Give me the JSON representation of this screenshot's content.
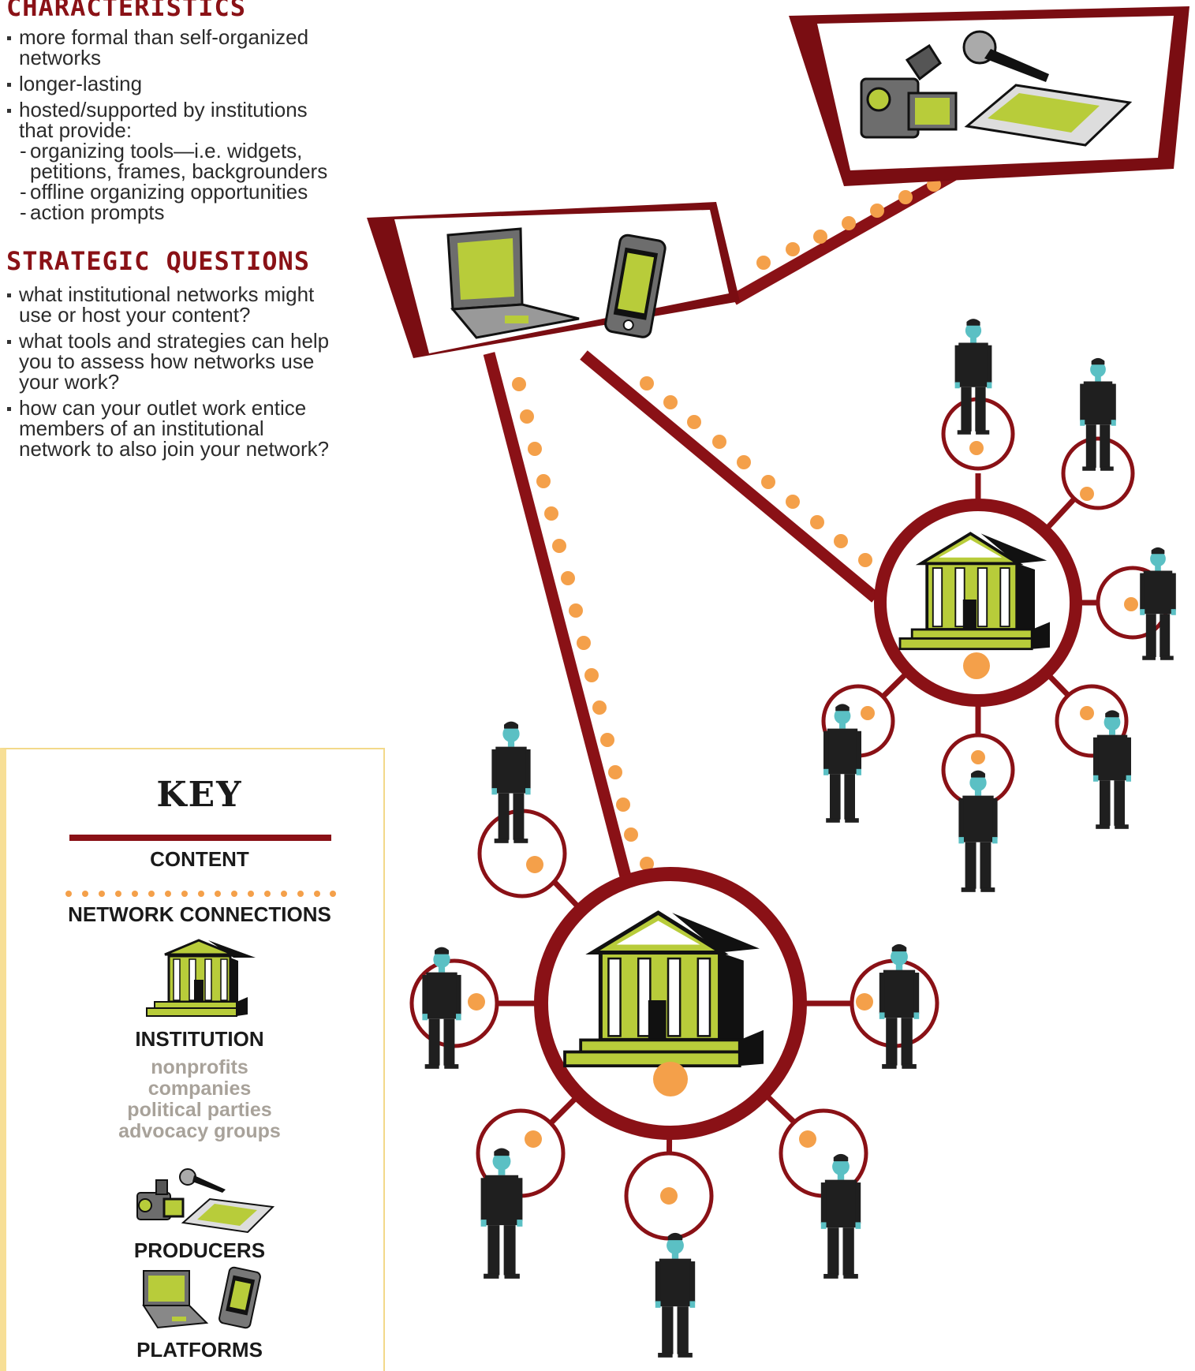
{
  "characteristics": {
    "title": "CHARACTERISTICS",
    "items": [
      {
        "text": "more formal than self-organized networks",
        "sub": []
      },
      {
        "text": "longer-lasting",
        "sub": []
      },
      {
        "text": "hosted/supported by institutions that provide:",
        "sub": [
          "organizing tools—i.e. widgets, petitions, frames, backgrounders",
          "offline organizing opportunities",
          "action prompts"
        ]
      }
    ]
  },
  "strategic_questions": {
    "title": "STRATEGIC QUESTIONS",
    "items": [
      "what institutional networks might use or host your content?",
      "what tools and strategies can help you to assess how networks use your work?",
      "how can your outlet work entice members of an institutional network to also join your network?"
    ]
  },
  "key": {
    "title": "KEY",
    "content_label": "CONTENT",
    "network_label": "NETWORK CONNECTIONS",
    "institution_label": "INSTITUTION",
    "institution_types": [
      "nonprofits",
      "companies",
      "political parties",
      "advocacy groups"
    ],
    "producers_label": "PRODUCERS",
    "platforms_label": "PLATFORMS"
  },
  "colors": {
    "maroon": "#8a1116",
    "orange": "#f4a04a",
    "lime": "#b8cc3a",
    "teal": "#5bc0c4",
    "dark": "#1f1f1f",
    "gray": "#8c8c8c",
    "key_border": "#f3d98a"
  },
  "icons": [
    "institution-icon",
    "video-camera-icon",
    "microphone-icon",
    "keyboard-icon",
    "laptop-icon",
    "smartphone-icon",
    "person-icon"
  ]
}
